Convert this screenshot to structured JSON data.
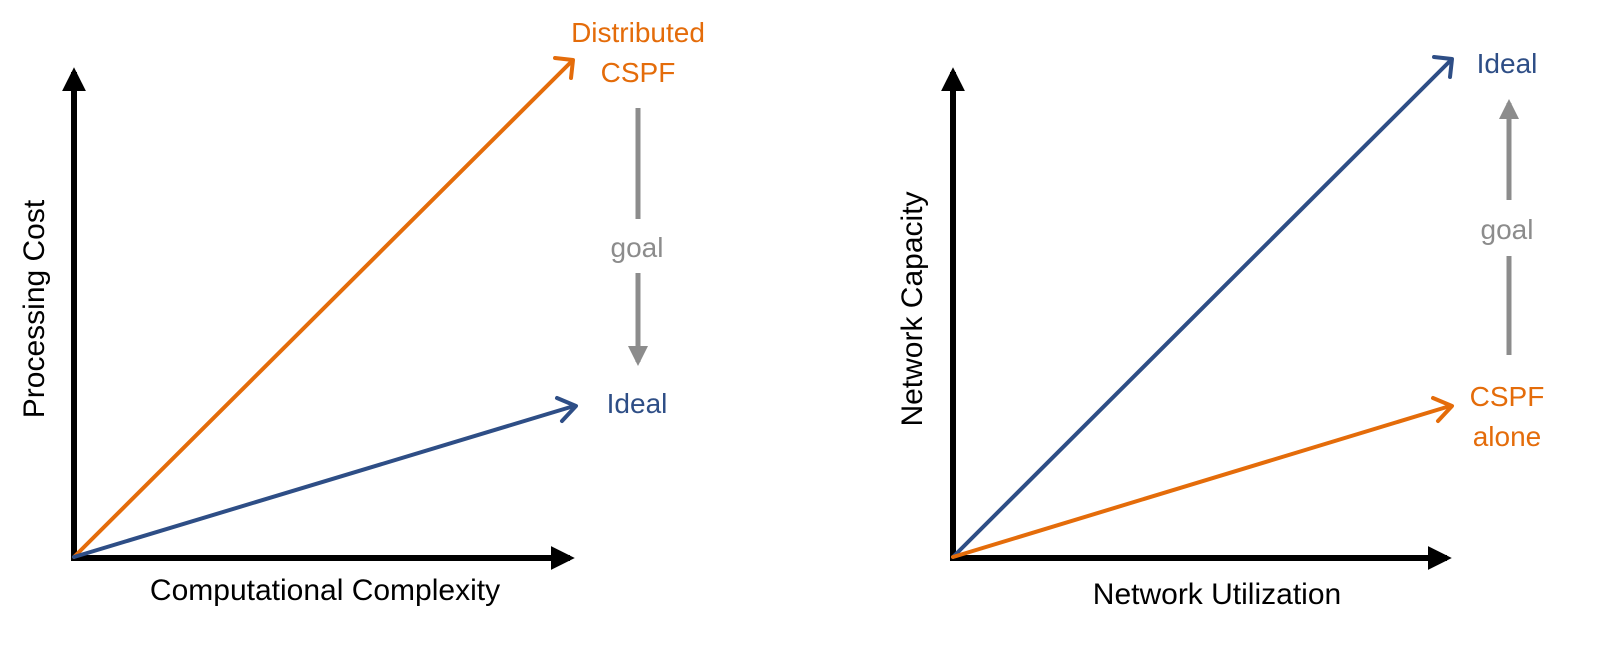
{
  "colors": {
    "orange": "#E46C0A",
    "blue": "#2E4E86",
    "gray": "#8C8C8C",
    "axis": "#000000"
  },
  "left_diagram": {
    "y_axis_label": "Processing Cost",
    "x_axis_label": "Computational Complexity",
    "orange_line_label_line1": "Distributed",
    "orange_line_label_line2": "CSPF",
    "blue_line_label": "Ideal",
    "goal_label": "goal",
    "goal_direction": "down"
  },
  "right_diagram": {
    "y_axis_label": "Network Capacity",
    "x_axis_label": "Network Utilization",
    "blue_line_label": "Ideal",
    "orange_line_label_line1": "CSPF",
    "orange_line_label_line2": "alone",
    "goal_label": "goal",
    "goal_direction": "up"
  }
}
